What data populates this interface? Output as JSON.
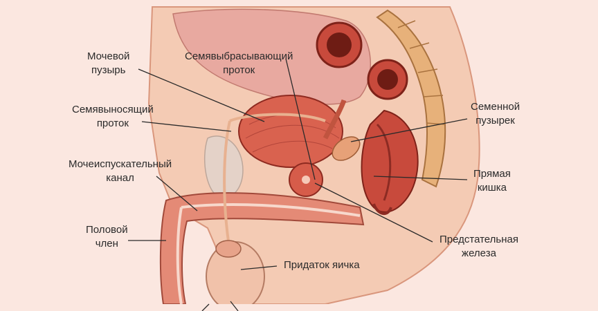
{
  "labels": {
    "bladder": [
      "Мочевой",
      "пузырь"
    ],
    "ejaculatory_duct": [
      "Семявыбрасывающий",
      "проток"
    ],
    "vas_deferens": [
      "Семявыносящий",
      "проток"
    ],
    "seminal_vesicle": [
      "Семенной",
      "пузырек"
    ],
    "urethra": [
      "Мочеиспускательный",
      "канал"
    ],
    "rectum": [
      "Прямая",
      "кишка"
    ],
    "penis": [
      "Половой",
      "член"
    ],
    "prostate": [
      "Предстательная",
      "железа"
    ],
    "epididymis": "Придаток яичка"
  },
  "colors": {
    "background": "#fbe7e0",
    "skin": "#f2c2a8",
    "muscle": "#c8503f",
    "dark_tissue": "#8c2b23",
    "cartilage": "#e9b77a",
    "leader_line": "#2a2a2a"
  }
}
